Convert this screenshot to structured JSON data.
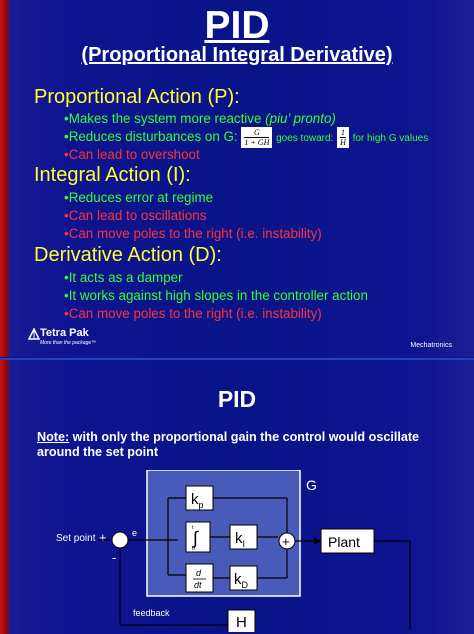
{
  "slide1": {
    "title": "PID",
    "subtitle": "(Proportional Integral Derivative)",
    "sections": [
      {
        "heading": "Proportional Action (P):",
        "bullets": [
          {
            "text": "•Makes the system more reactive ",
            "emph": "(piu’ pronto)",
            "color": "green"
          },
          {
            "text": "•Reduces disturbances on G:",
            "color": "green",
            "mid": "goes toward:",
            "tail": "for high G values"
          },
          {
            "text": "•Can lead to overshoot",
            "color": "red"
          }
        ]
      },
      {
        "heading": "Integral Action (I):",
        "bullets": [
          {
            "text": "•Reduces error at regime",
            "color": "green"
          },
          {
            "text": "•Can lead to oscillations",
            "color": "red"
          },
          {
            "text": "•Can move poles to the right (i.e. instability)",
            "color": "red"
          }
        ]
      },
      {
        "heading": "Derivative Action (D):",
        "bullets": [
          {
            "text": "•It acts as a damper",
            "color": "green"
          },
          {
            "text": "•It works against high slopes in the controller action",
            "color": "green"
          },
          {
            "text": "•Can move poles to the right (i.e. instability)",
            "color": "red"
          }
        ]
      }
    ],
    "frac_G": {
      "num": "G",
      "den": "1 + GH"
    },
    "frac_H": {
      "num": "1",
      "den": "H"
    },
    "logo": "Tetra Pak",
    "tagline": "More than the package™",
    "footer": "Mechatronics"
  },
  "slide2": {
    "title": "PID",
    "note_label": "Note:",
    "note_text": " with only the proportional gain the control would oscillate around the set point",
    "diagram": {
      "set_point": "Set point",
      "plus": "+",
      "minus": "-",
      "error": "e",
      "G": "G",
      "kp": "k",
      "kp_sub": "p",
      "ki": "k",
      "ki_sub": "I",
      "kd": "k",
      "kd_sub": "D",
      "int_top": "t",
      "int_bot": "0",
      "int_sign": "∫",
      "d_num": "d",
      "d_den": "dt",
      "sum_plus": "+",
      "plant": "Plant",
      "feedback": "feedback",
      "H": "H"
    }
  },
  "colors": {
    "background": "#0b1a8a",
    "heading": "#ffff33",
    "good": "#33ff33",
    "bad": "#ff3333",
    "block": "#4a5ab8"
  }
}
